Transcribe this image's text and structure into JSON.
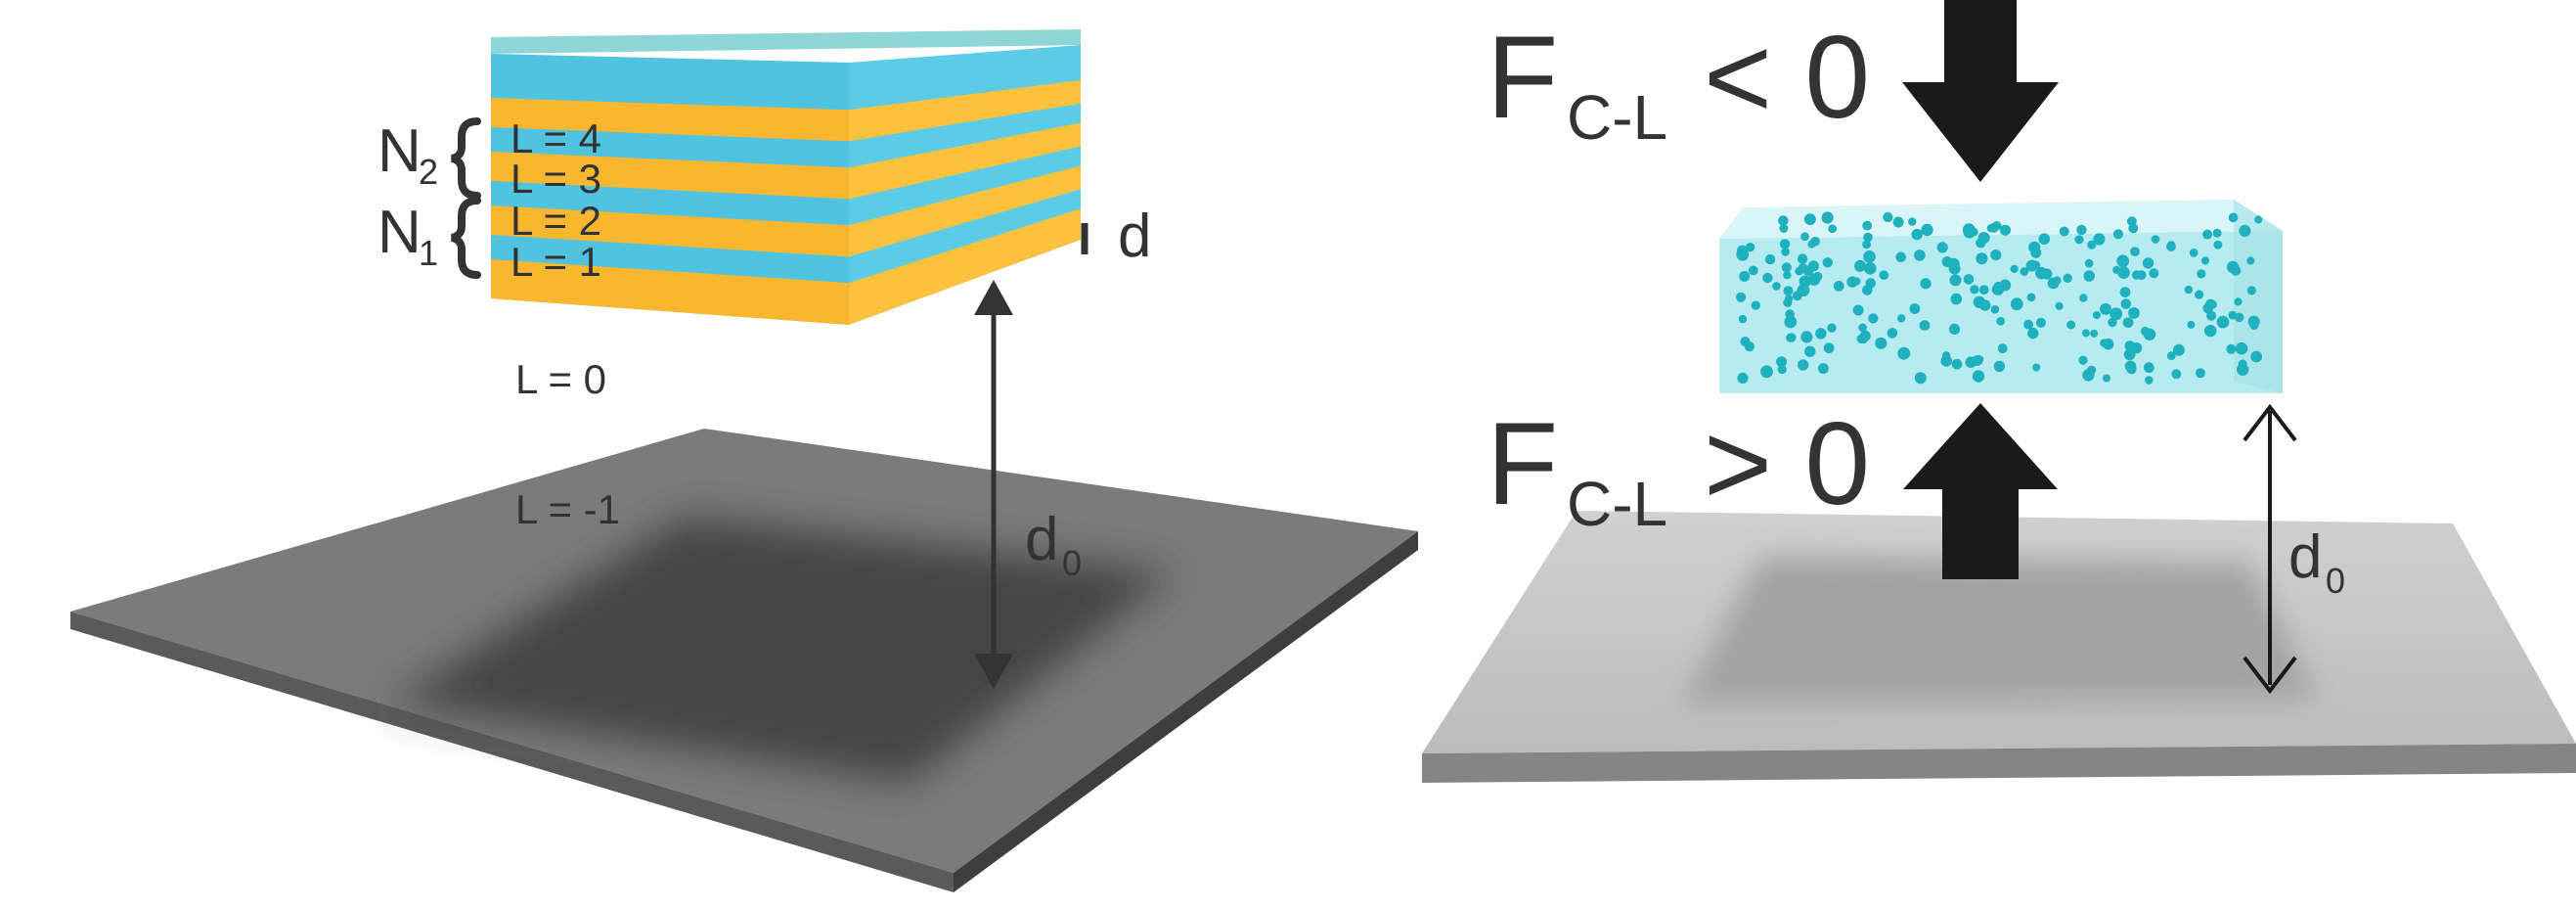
{
  "left_panel": {
    "layer_labels": [
      "L = 4",
      "L = 3",
      "L = 2",
      "L = 1",
      "L = 0",
      "L = -1"
    ],
    "n2": {
      "base": "N",
      "sub": "2"
    },
    "n1": {
      "base": "N",
      "sub": "1"
    },
    "d_label": "d",
    "d0": {
      "base": "d",
      "sub": "0"
    },
    "colors": {
      "blue_layer": "#4fc3e0",
      "yellow_layer": "#f9b72f",
      "substrate": "#7b7b7b",
      "substrate_dark": "#4d4d4d"
    }
  },
  "right_panel": {
    "force_top": {
      "base": "F",
      "sub": "C-L",
      "rel": "< 0"
    },
    "force_bottom": {
      "base": "F",
      "sub": "C-L",
      "rel": "> 0"
    },
    "d0": {
      "base": "d",
      "sub": "0"
    },
    "colors": {
      "crystal": "#b6ebf1",
      "particle": "#1fb2be",
      "substrate": "#c6c6ca",
      "arrow": "#1a1a1a"
    }
  }
}
